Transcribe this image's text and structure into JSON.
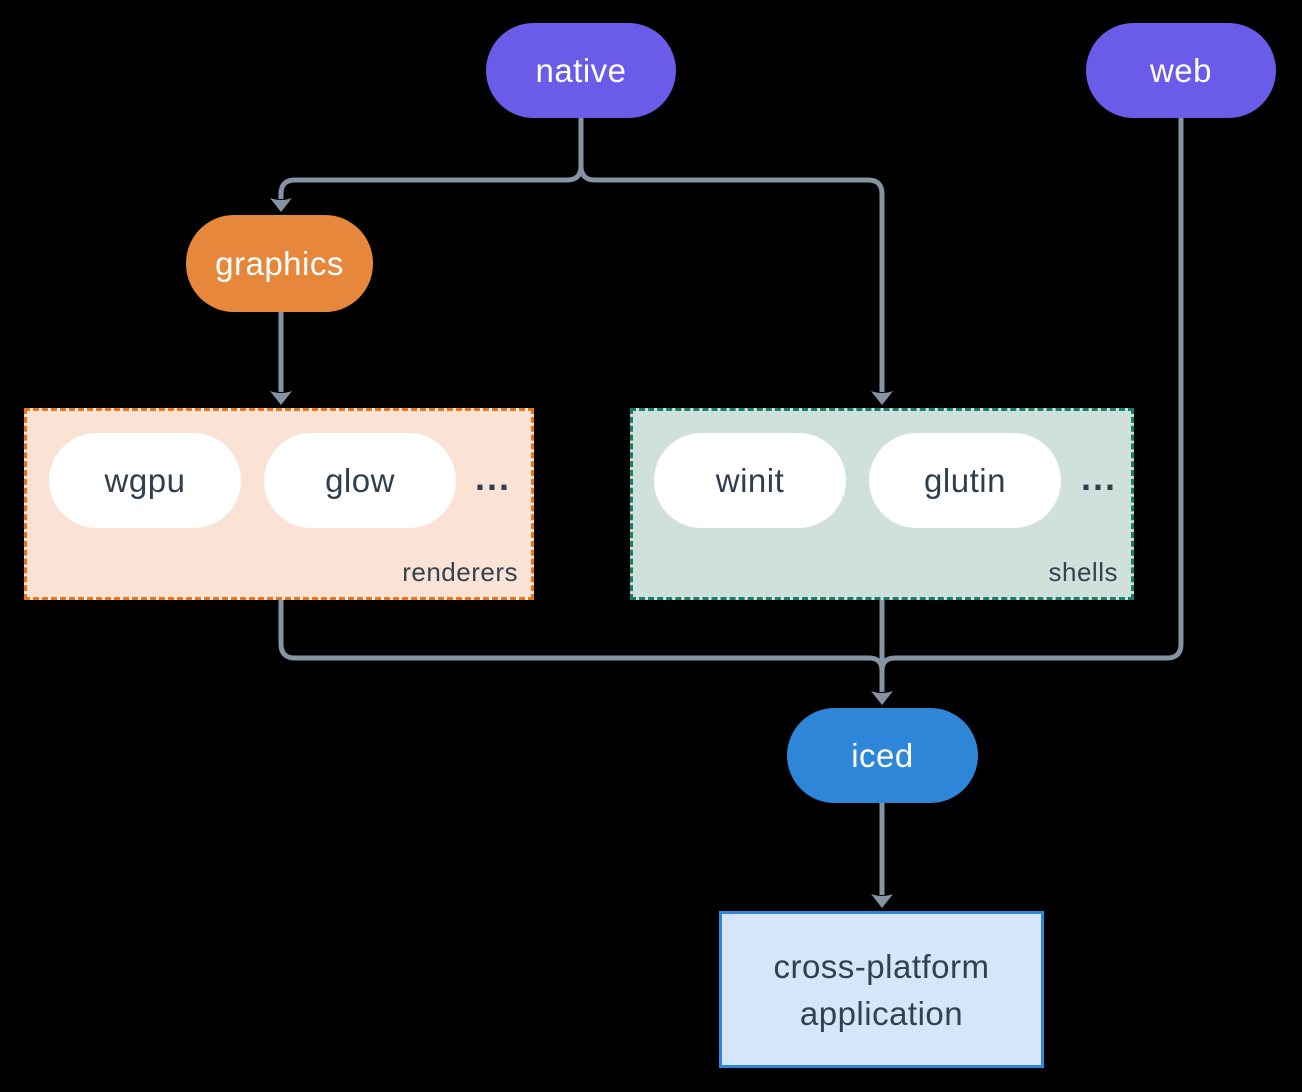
{
  "canvas": {
    "background": "#000000",
    "connector_color": "#8494a4"
  },
  "nodes": {
    "native": {
      "label": "native",
      "fill": "#6a5ce8",
      "text_color": "#ffffff"
    },
    "web": {
      "label": "web",
      "fill": "#6a5ce8",
      "text_color": "#ffffff"
    },
    "graphics": {
      "label": "graphics",
      "fill": "#e6873b",
      "text_color": "#ffffff"
    },
    "iced": {
      "label": "iced",
      "fill": "#2e86d9",
      "text_color": "#ffffff"
    },
    "application": {
      "line1": "cross-platform",
      "line2": "application",
      "fill": "#d4e6f7",
      "border_color": "#2e86d9",
      "text_color": "#31424f"
    }
  },
  "groups": {
    "renderers": {
      "label": "renderers",
      "fill": "#fae3d4",
      "border_color": "#e5761e",
      "items": [
        "wgpu",
        "glow"
      ],
      "more": "...",
      "item_text_color": "#2f3f4e"
    },
    "shells": {
      "label": "shells",
      "fill": "#cfe1da",
      "border_color": "#157f6c",
      "items": [
        "winit",
        "glutin"
      ],
      "more": "...",
      "item_text_color": "#2f3f4e"
    }
  }
}
